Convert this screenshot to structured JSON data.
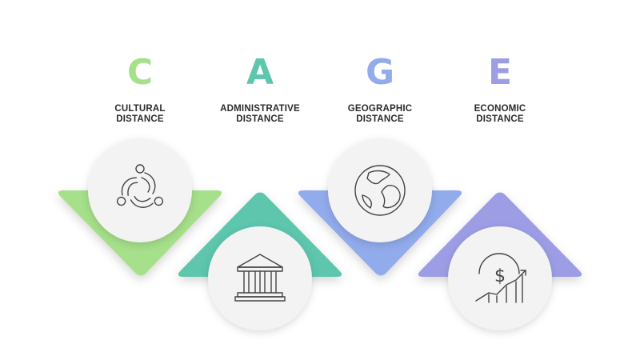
{
  "colors": {
    "c": "#a6e08a",
    "a": "#5dc6ad",
    "g": "#92abec",
    "e": "#9d9de6"
  },
  "items": [
    {
      "letter": "C",
      "line1": "CULTURAL",
      "line2": "DISTANCE",
      "icon": "people-cycle-icon",
      "color": "#a6e08a"
    },
    {
      "letter": "A",
      "line1": "ADMINISTRATIVE",
      "line2": "DISTANCE",
      "icon": "government-building-icon",
      "color": "#5dc6ad"
    },
    {
      "letter": "G",
      "line1": "GEOGRAPHIC",
      "line2": "DISTANCE",
      "icon": "globe-icon",
      "color": "#92abec"
    },
    {
      "letter": "E",
      "line1": "ECONOMIC",
      "line2": "DISTANCE",
      "icon": "dollar-growth-icon",
      "color": "#9d9de6"
    }
  ]
}
